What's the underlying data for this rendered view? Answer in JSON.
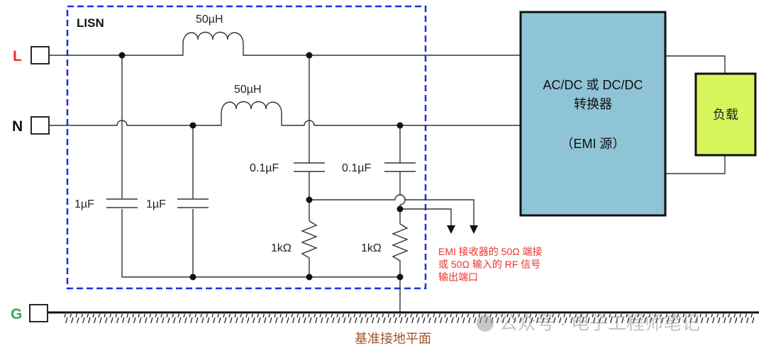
{
  "title": "LISN",
  "terminals": {
    "line": {
      "label": "L",
      "color": "#e8322d"
    },
    "neutral": {
      "label": "N",
      "color": "#111111"
    },
    "ground": {
      "label": "G",
      "color": "#3aa85a"
    }
  },
  "components": {
    "inductor_line": "50µH",
    "inductor_neutral": "50µH",
    "cap_line_shunt": "1µF",
    "cap_neutral_shunt": "1µF",
    "cap_line_coupling": "0.1µF",
    "cap_neutral_coupling": "0.1µF",
    "res_line": "1kΩ",
    "res_neutral": "1kΩ"
  },
  "converter": {
    "line1": "AC/DC 或 DC/DC",
    "line2": "转换器",
    "line3": "（EMI 源）",
    "fill": "#8fc3d6"
  },
  "load": {
    "label": "负载",
    "fill": "#d8f55e"
  },
  "receiver_note": {
    "line1": "EMI 接收器的 50Ω 端接",
    "line2": "或 50Ω 输入的 RF 信号",
    "line3": "输出端口",
    "color": "#e8322d"
  },
  "ground_plane_label": {
    "text": "基准接地平面",
    "color": "#a0522d"
  },
  "watermark": "公众号 · 电子工程师笔记",
  "colors": {
    "lisn_border": "#1a2fe0",
    "wire": "#333333"
  }
}
